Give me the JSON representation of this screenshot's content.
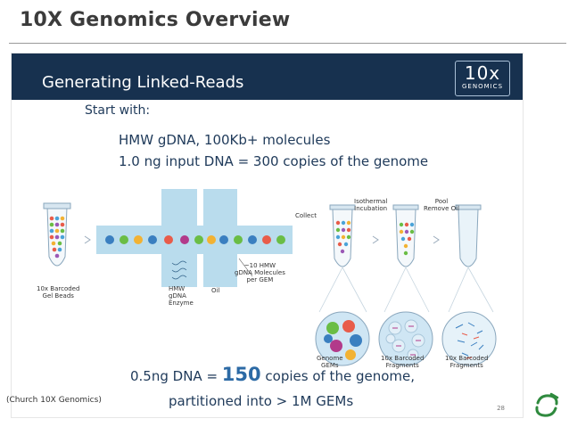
{
  "header": {
    "title": "10X Genomics Overview"
  },
  "slide": {
    "banner_title": "Generating Linked-Reads",
    "logo_main": "10x",
    "logo_sub": "GENOMICS",
    "start_with": "Start with:",
    "line1": "HMW gDNA, 100Kb+ molecules",
    "line2": "1.0 ng input DNA = 300 copies of the genome",
    "bottom_pre": "0.5ng DNA = ",
    "bottom_big": "150",
    "bottom_post": " copies of the genome,",
    "bottom_line2": "partitioned into > 1M GEMs",
    "page_number": "28",
    "labels": {
      "gel_beads": "10x Barcoded\nGel Beads",
      "hmw": "HMW\ngDNA\nEnzyme",
      "oil": "Oil",
      "molecules": "~10 HMW\ngDNA Molecules\nper GEM",
      "collect": "Collect",
      "isothermal": "Isothermal\nIncubation",
      "pool": "Pool\nRemove Oil",
      "genome_gems": "Genome\nGEMs",
      "barcoded_fragments_1": "10x Barcoded\nFragments",
      "barcoded_fragments_2": "10x Barcoded\nFragments"
    }
  },
  "footer": {
    "source": "(Church 10X Genomics)"
  },
  "colors": {
    "banner": "#17314f",
    "text": "#1f3a5a",
    "channel": "#b9dced",
    "accent": "#2c6aa5",
    "brand_green": "#2f8a3e"
  }
}
